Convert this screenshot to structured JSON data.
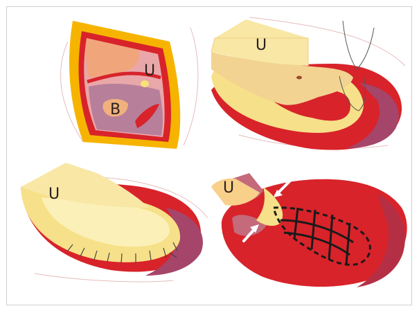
{
  "panels": [
    {
      "id": "top-left",
      "labels": {
        "u": "U",
        "b": "B"
      }
    },
    {
      "id": "top-right",
      "labels": {
        "u": "U"
      }
    },
    {
      "id": "bottom-left",
      "labels": {
        "u": "U"
      }
    },
    {
      "id": "bottom-right",
      "labels": {
        "u": "U"
      }
    }
  ],
  "colors": {
    "red": "#d8232a",
    "dark_red": "#a52a45",
    "orange": "#f4b400",
    "yellow": "#f6e089",
    "pale_yellow": "#fbf0b7",
    "pink": "#e9a7a9",
    "mauve": "#b77f9a",
    "peach": "#f0b17d"
  }
}
